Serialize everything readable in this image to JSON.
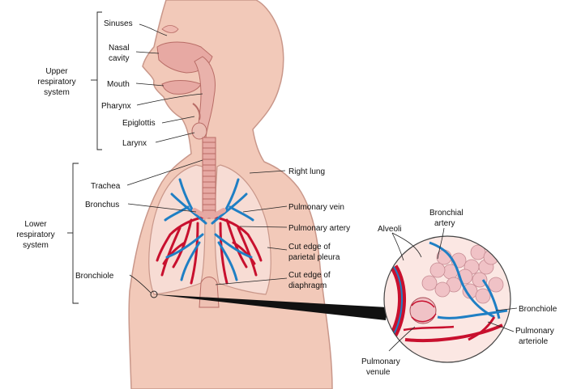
{
  "colors": {
    "skin": "#f2c9b9",
    "skin_outline": "#c9978a",
    "lung": "#f7dcd4",
    "artery_red": "#c8102e",
    "vein_blue": "#1f7fc4",
    "airway_pink": "#e7a9a3",
    "alveoli_pink": "#f0c2c6"
  },
  "groups": {
    "upper_line1": "Upper",
    "upper_line2": "respiratory",
    "upper_line3": "system",
    "lower_line1": "Lower",
    "lower_line2": "respiratory",
    "lower_line3": "system"
  },
  "labels": {
    "sinuses": "Sinuses",
    "nasal_line1": "Nasal",
    "nasal_line2": "cavity",
    "mouth": "Mouth",
    "pharynx": "Pharynx",
    "epiglottis": "Epiglottis",
    "larynx": "Larynx",
    "trachea": "Trachea",
    "bronchus": "Bronchus",
    "bronchiole_left": "Bronchiole",
    "right_lung": "Right lung",
    "pulmonary_vein": "Pulmonary vein",
    "pulmonary_artery": "Pulmonary artery",
    "cut_pleura_line1": "Cut edge of",
    "cut_pleura_line2": "parietal pleura",
    "cut_diaphragm_line1": "Cut edge of",
    "cut_diaphragm_line2": "diaphragm"
  },
  "inset": {
    "alveoli": "Alveoli",
    "bronchial_line1": "Bronchial",
    "bronchial_line2": "artery",
    "bronchiole": "Bronchiole",
    "arteriole_line1": "Pulmonary",
    "arteriole_line2": "arteriole",
    "venule_line1": "Pulmonary",
    "venule_line2": "venule"
  }
}
